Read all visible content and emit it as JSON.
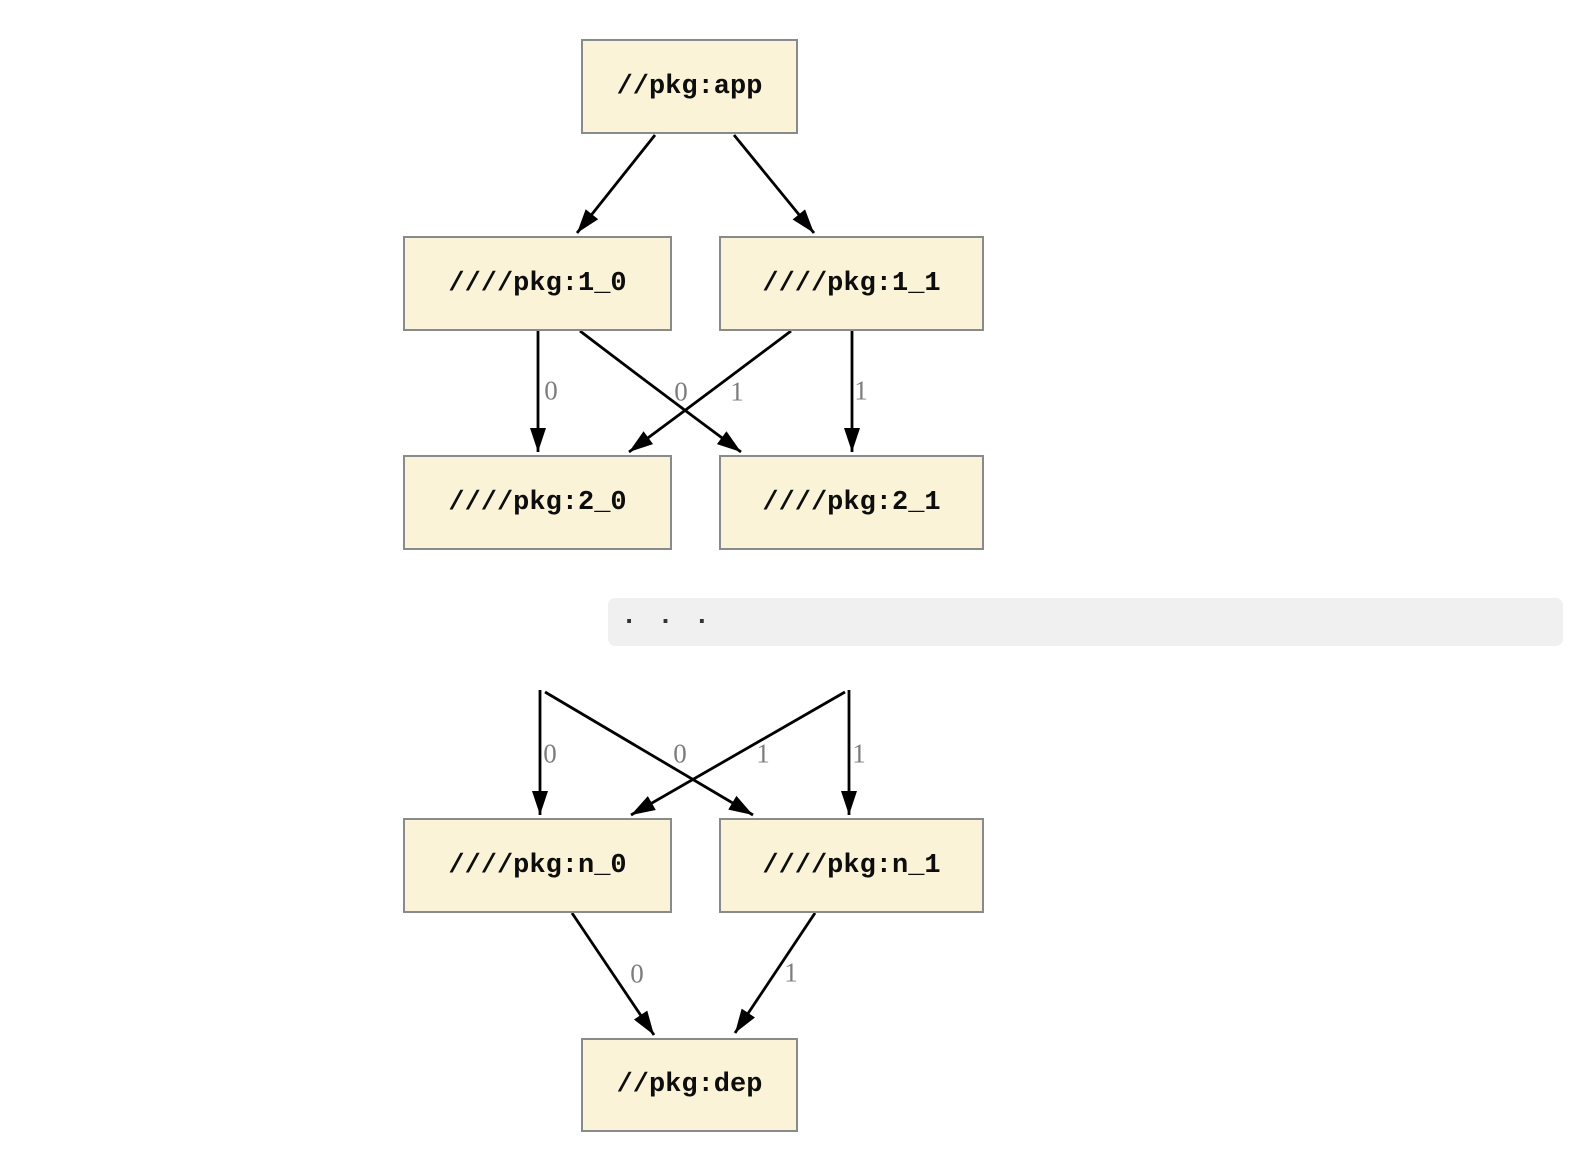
{
  "diagram": {
    "type": "dependency-graph",
    "nodes": [
      {
        "id": "app",
        "label": "//pkg:app"
      },
      {
        "id": "1_0",
        "label": "////pkg:1_0"
      },
      {
        "id": "1_1",
        "label": "////pkg:1_1"
      },
      {
        "id": "2_0",
        "label": "////pkg:2_0"
      },
      {
        "id": "2_1",
        "label": "////pkg:2_1"
      },
      {
        "id": "n_0",
        "label": "////pkg:n_0"
      },
      {
        "id": "n_1",
        "label": "////pkg:n_1"
      },
      {
        "id": "dep",
        "label": "//pkg:dep"
      }
    ],
    "edges": [
      {
        "from": "app",
        "to": "1_0",
        "label": ""
      },
      {
        "from": "app",
        "to": "1_1",
        "label": ""
      },
      {
        "from": "1_0",
        "to": "2_0",
        "label": "0"
      },
      {
        "from": "1_0",
        "to": "2_1",
        "label": "0"
      },
      {
        "from": "1_1",
        "to": "2_0",
        "label": "1"
      },
      {
        "from": "1_1",
        "to": "2_1",
        "label": "1"
      },
      {
        "from": "...",
        "to": "n_0",
        "label": "0"
      },
      {
        "from": "...",
        "to": "n_1",
        "label": "0"
      },
      {
        "from": "...",
        "to": "n_0",
        "label": "1"
      },
      {
        "from": "...",
        "to": "n_1",
        "label": "1"
      },
      {
        "from": "n_0",
        "to": "dep",
        "label": "0"
      },
      {
        "from": "n_1",
        "to": "dep",
        "label": "1"
      }
    ],
    "ellipsis": ". . .",
    "colors": {
      "node_fill": "#faf3d7",
      "node_border": "#888b8c",
      "node_text": "#0d0d0d",
      "edge": "#000000",
      "edge_label": "#7d7d7d",
      "ellipsis_bg": "#f0f0f0",
      "ellipsis_text": "#333333",
      "background": "#ffffff"
    }
  }
}
